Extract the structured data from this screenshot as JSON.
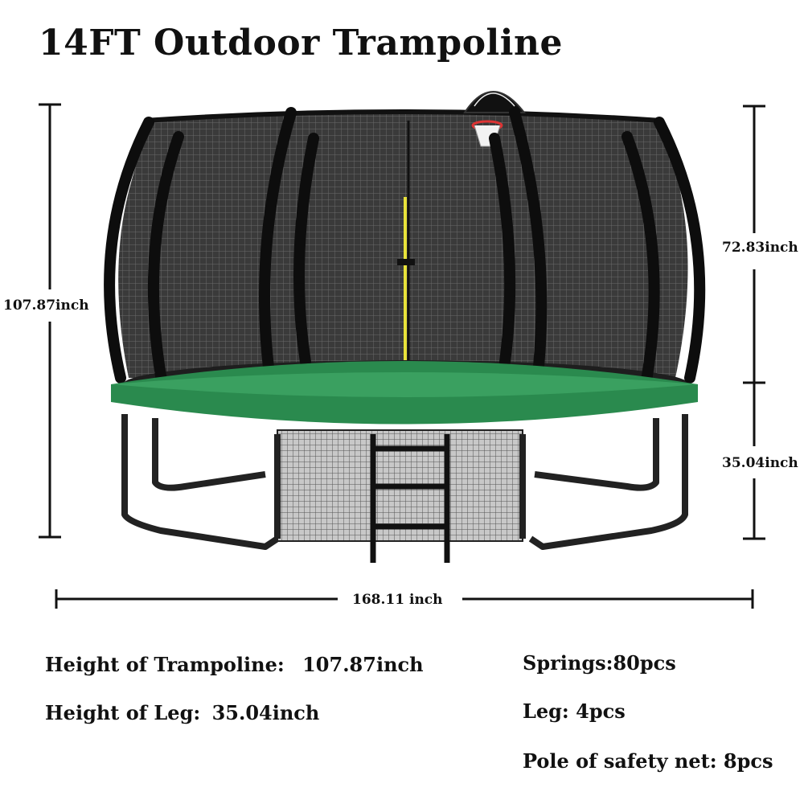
{
  "title": "14FT Outdoor Trampoline",
  "dimensions": {
    "total_height": "107.87inch",
    "net_height": "72.83inch",
    "leg_height": "35.04inch",
    "diameter": "168.11 inch"
  },
  "specs_left": [
    {
      "label": "Height of Trampoline:",
      "value": "107.87inch"
    },
    {
      "label": "Height of Leg:",
      "value": "35.04inch"
    }
  ],
  "specs_right": [
    {
      "text": "Springs:80pcs"
    },
    {
      "text": "Leg: 4pcs"
    },
    {
      "text": "Pole of safety net: 8pcs"
    }
  ],
  "colors": {
    "frame_pad": "#2a8a4e",
    "net": "#3a3a3a",
    "poles": "#111111",
    "zipper": "#e8e23a"
  }
}
